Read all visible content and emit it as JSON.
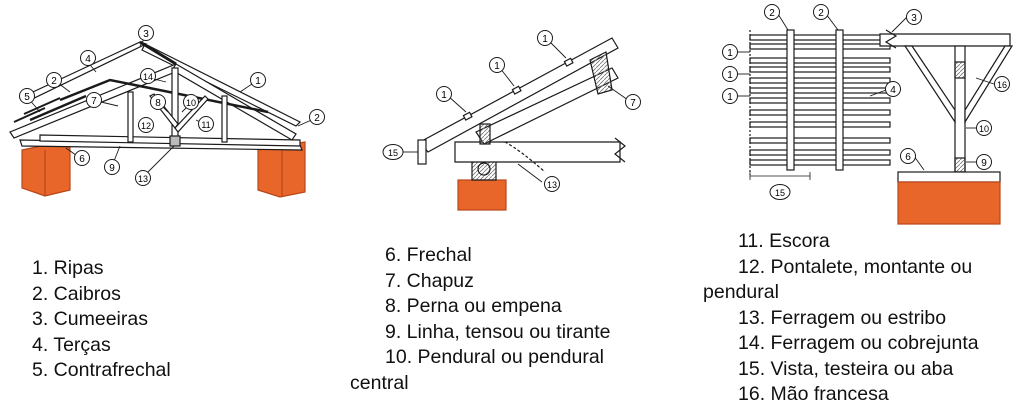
{
  "figure1": {
    "callouts": [
      "1",
      "2",
      "3",
      "4",
      "5",
      "6",
      "7",
      "8",
      "9",
      "10",
      "11",
      "12",
      "13",
      "14"
    ],
    "second_caibro_callout": "2"
  },
  "figure2": {
    "callouts": [
      "1",
      "1",
      "1",
      "7",
      "15",
      "13"
    ]
  },
  "figure3": {
    "callouts": [
      "2",
      "2",
      "3",
      "1",
      "1",
      "1",
      "4",
      "16",
      "10",
      "6",
      "9",
      "15"
    ]
  },
  "colors": {
    "line": "#1a1a1a",
    "beam_fill": "#ffffff",
    "wall": "#e8662a",
    "wall_shadow": "#b9461a",
    "hatch": "#777777"
  },
  "legend": {
    "col1": [
      "1. Ripas",
      "2. Caibros",
      "3. Cumeeiras",
      "4. Terças",
      "5. Contrafrechal"
    ],
    "col2": [
      "6. Frechal",
      "7. Chapuz",
      "8. Perna ou empena",
      "9. Linha, tensou ou tirante",
      "10. Pendural ou pendural",
      "central"
    ],
    "col3": [
      "11. Escora",
      "12. Pontalete, montante ou",
      "pendural",
      "13. Ferragem ou estribo",
      "14. Ferragem ou cobrejunta",
      "15. Vista, testeira ou aba",
      "16. Mão francesa"
    ]
  }
}
